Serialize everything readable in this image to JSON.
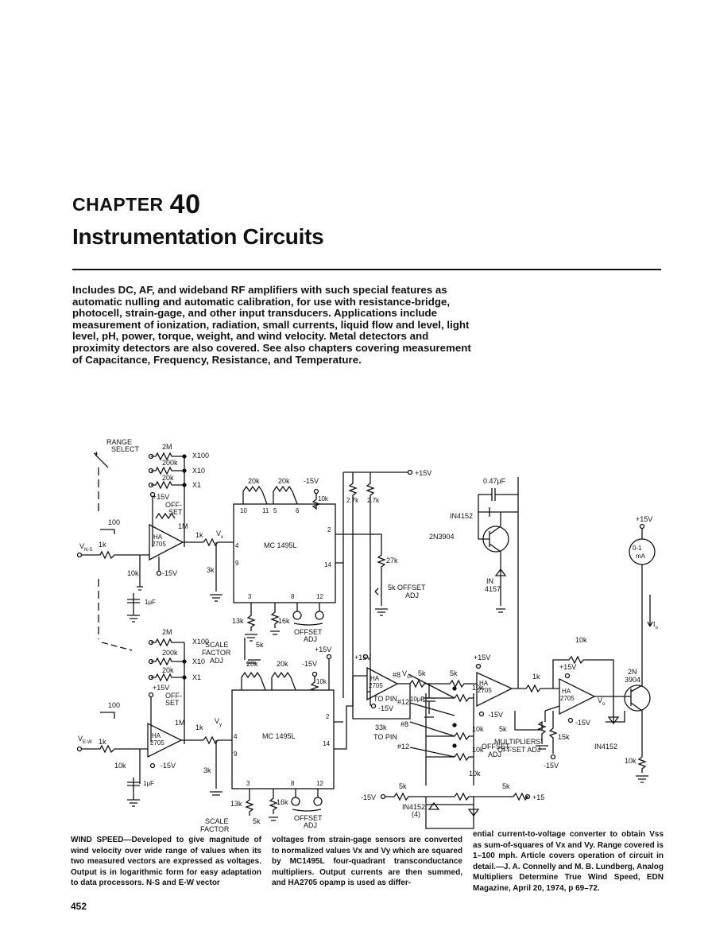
{
  "header": {
    "chapter_word": "CHAPTER",
    "chapter_number": "40",
    "title": "Instrumentation Circuits"
  },
  "intro": "Includes DC, AF, and wideband RF amplifiers with such special features as automatic nulling and automatic calibration, for use with resistance-bridge, photocell, strain-gage, and other input transducers. Applications include measurement of ionization, radiation, small currents, liquid flow and level, light level, pH, power, torque, weight, and wind velocity. Metal detectors and proximity detectors are also covered. See also chapters covering measurement of Capacitance, Frequency, Resistance, and Temperature.",
  "schematic": {
    "range_select": [
      "RANGE",
      "SELECT"
    ],
    "r_2m": "2M",
    "r_200k": "200k",
    "r_20k": "20k",
    "r_100": "100",
    "r_1k": "1k",
    "r_10k": "10k",
    "r_3k": "3k",
    "r_13k": "13k",
    "r_16k": "16k",
    "r_5k": "5k",
    "r_27k": "27k",
    "r_33k": "33k",
    "r_2_7k": "2.7k",
    "r_15k": "15k",
    "r_1m": "1M",
    "x100": "X100",
    "x10": "X10",
    "x1": "X1",
    "plus15": "+15V",
    "minus15": "-15V",
    "plus15_short": "+15",
    "offset_set": [
      "OFF-",
      "SET"
    ],
    "opamp": [
      "HA",
      "2705"
    ],
    "vns": "V",
    "vns_sub": "N-S",
    "vew": "V",
    "vew_sub": "E-W",
    "vx": "V",
    "vx_sub": "x",
    "vy": "V",
    "vy_sub": "y",
    "vss": "V",
    "vss_sub": "ss",
    "vo": "V",
    "vo_sub": "o",
    "io": "I",
    "io_sub": "o",
    "mc1495": "MC 1495L",
    "pins_top": [
      "10",
      "11",
      "5",
      "6"
    ],
    "pin_2": "2",
    "pin_14": "14",
    "pin_4": "4",
    "pin_9": "9",
    "pin_3": "3",
    "pin_8": "8",
    "pin_12": "12",
    "scale_factor": [
      "SCALE",
      "FACTOR",
      "ADJ"
    ],
    "offset_adj": [
      "OFFSET",
      "ADJ"
    ],
    "offset_adj_inline": "OFFSET",
    "cap_1uf": "1μF",
    "cap_10uf": "10μF",
    "cap_047uf": "0.47μF",
    "diode_in4152": "IN4152",
    "diode_in4157": [
      "IN",
      "4157"
    ],
    "diode_in4152_4": [
      "IN4152",
      "(4)"
    ],
    "tr_2n3904": "2N3904",
    "tr_2n3904_b": [
      "2N",
      "3904"
    ],
    "meter": [
      "0-1",
      "mA"
    ],
    "to_pin": "TO PIN",
    "pin_n8": "#8",
    "pin_n12": "#12",
    "multipliers": [
      "MULTIPLIERS'",
      "OFFSET ADJ"
    ]
  },
  "caption": {
    "col1": "WIND SPEED—Developed to give magnitude of wind velocity over wide range of values when its two measured vectors are expressed as voltages. Output is in logarithmic form for easy adaptation to data processors. N-S and E-W vector",
    "col2": "voltages from strain-gage sensors are converted to normalized values Vx and Vy which are squared by MC1495L four-quadrant transconductance multipliers. Output currents are then summed, and HA2705 opamp is used as differ-",
    "col3": "ential current-to-voltage converter to obtain Vss as sum-of-squares of Vx and Vy. Range covered is 1–100 mph. Article covers operation of circuit in detail.—J. A. Connelly and M. B. Lundberg, Analog Multipliers Determine True Wind Speed, EDN Magazine, April 20, 1974, p 69–72."
  },
  "page_number": "452"
}
